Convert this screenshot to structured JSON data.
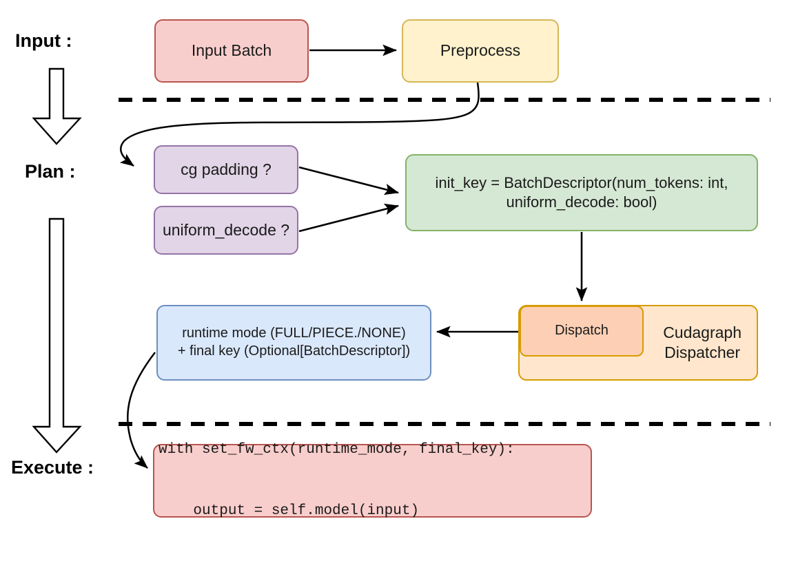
{
  "diagram": {
    "title": "vLLM cudagraph dispatch pipeline",
    "stages": [
      {
        "id": "input",
        "label": "Input :"
      },
      {
        "id": "plan",
        "label": "Plan :"
      },
      {
        "id": "execute",
        "label": "Execute :"
      }
    ],
    "nodes": {
      "input_batch": {
        "label": "Input Batch",
        "fill": "#f8cecc",
        "stroke": "#b85450"
      },
      "preprocess": {
        "label": "Preprocess",
        "fill": "#fff2cc",
        "stroke": "#d6b656"
      },
      "cg_padding": {
        "label": "cg padding ?",
        "fill": "#e1d5e7",
        "stroke": "#9673a6"
      },
      "uniform_decode": {
        "label": "uniform_decode ?",
        "fill": "#e1d5e7",
        "stroke": "#9673a6"
      },
      "init_key": {
        "line1": "init_key = BatchDescriptor(num_tokens: int,",
        "line2": "uniform_decode: bool)",
        "fill": "#d5e8d4",
        "stroke": "#82b366"
      },
      "dispatch": {
        "label": "Dispatch",
        "fill": "#fdd0b5",
        "stroke": "#d79b00"
      },
      "cudagraph_dispatcher": {
        "line1": "Cudagraph",
        "line2": "Dispatcher",
        "fill": "#ffe6cc",
        "stroke": "#d79b00"
      },
      "runtime_mode": {
        "line1": "runtime mode (FULL/PIECE./NONE)",
        "line2": "+ final key (Optional[BatchDescriptor])",
        "fill": "#dae8fc",
        "stroke": "#6c8ebf"
      },
      "exec_code": {
        "line1": "with set_fw_ctx(runtime_mode, final_key):",
        "line2": "    output = self.model(input)",
        "fill": "#f8cecc",
        "stroke": "#b85450"
      }
    },
    "edges": [
      {
        "from": "input_batch",
        "to": "preprocess",
        "style": "straight-arrow"
      },
      {
        "from": "preprocess",
        "to": "cg_padding",
        "style": "curved-arrow"
      },
      {
        "from": "cg_padding",
        "to": "init_key",
        "style": "straight-arrow"
      },
      {
        "from": "uniform_decode",
        "to": "init_key",
        "style": "straight-arrow"
      },
      {
        "from": "init_key",
        "to": "dispatch",
        "style": "straight-arrow"
      },
      {
        "from": "dispatch",
        "to": "runtime_mode",
        "style": "straight-arrow"
      },
      {
        "from": "runtime_mode",
        "to": "exec_code",
        "style": "curved-arrow"
      }
    ],
    "separators": [
      {
        "id": "input-plan-divider",
        "style": "dashed"
      },
      {
        "id": "plan-execute-divider",
        "style": "dashed"
      }
    ],
    "flow_arrows": [
      {
        "id": "input-to-plan-arrow"
      },
      {
        "id": "plan-to-execute-arrow"
      }
    ],
    "colors": {
      "line": "#000000",
      "background": "#ffffff"
    }
  }
}
